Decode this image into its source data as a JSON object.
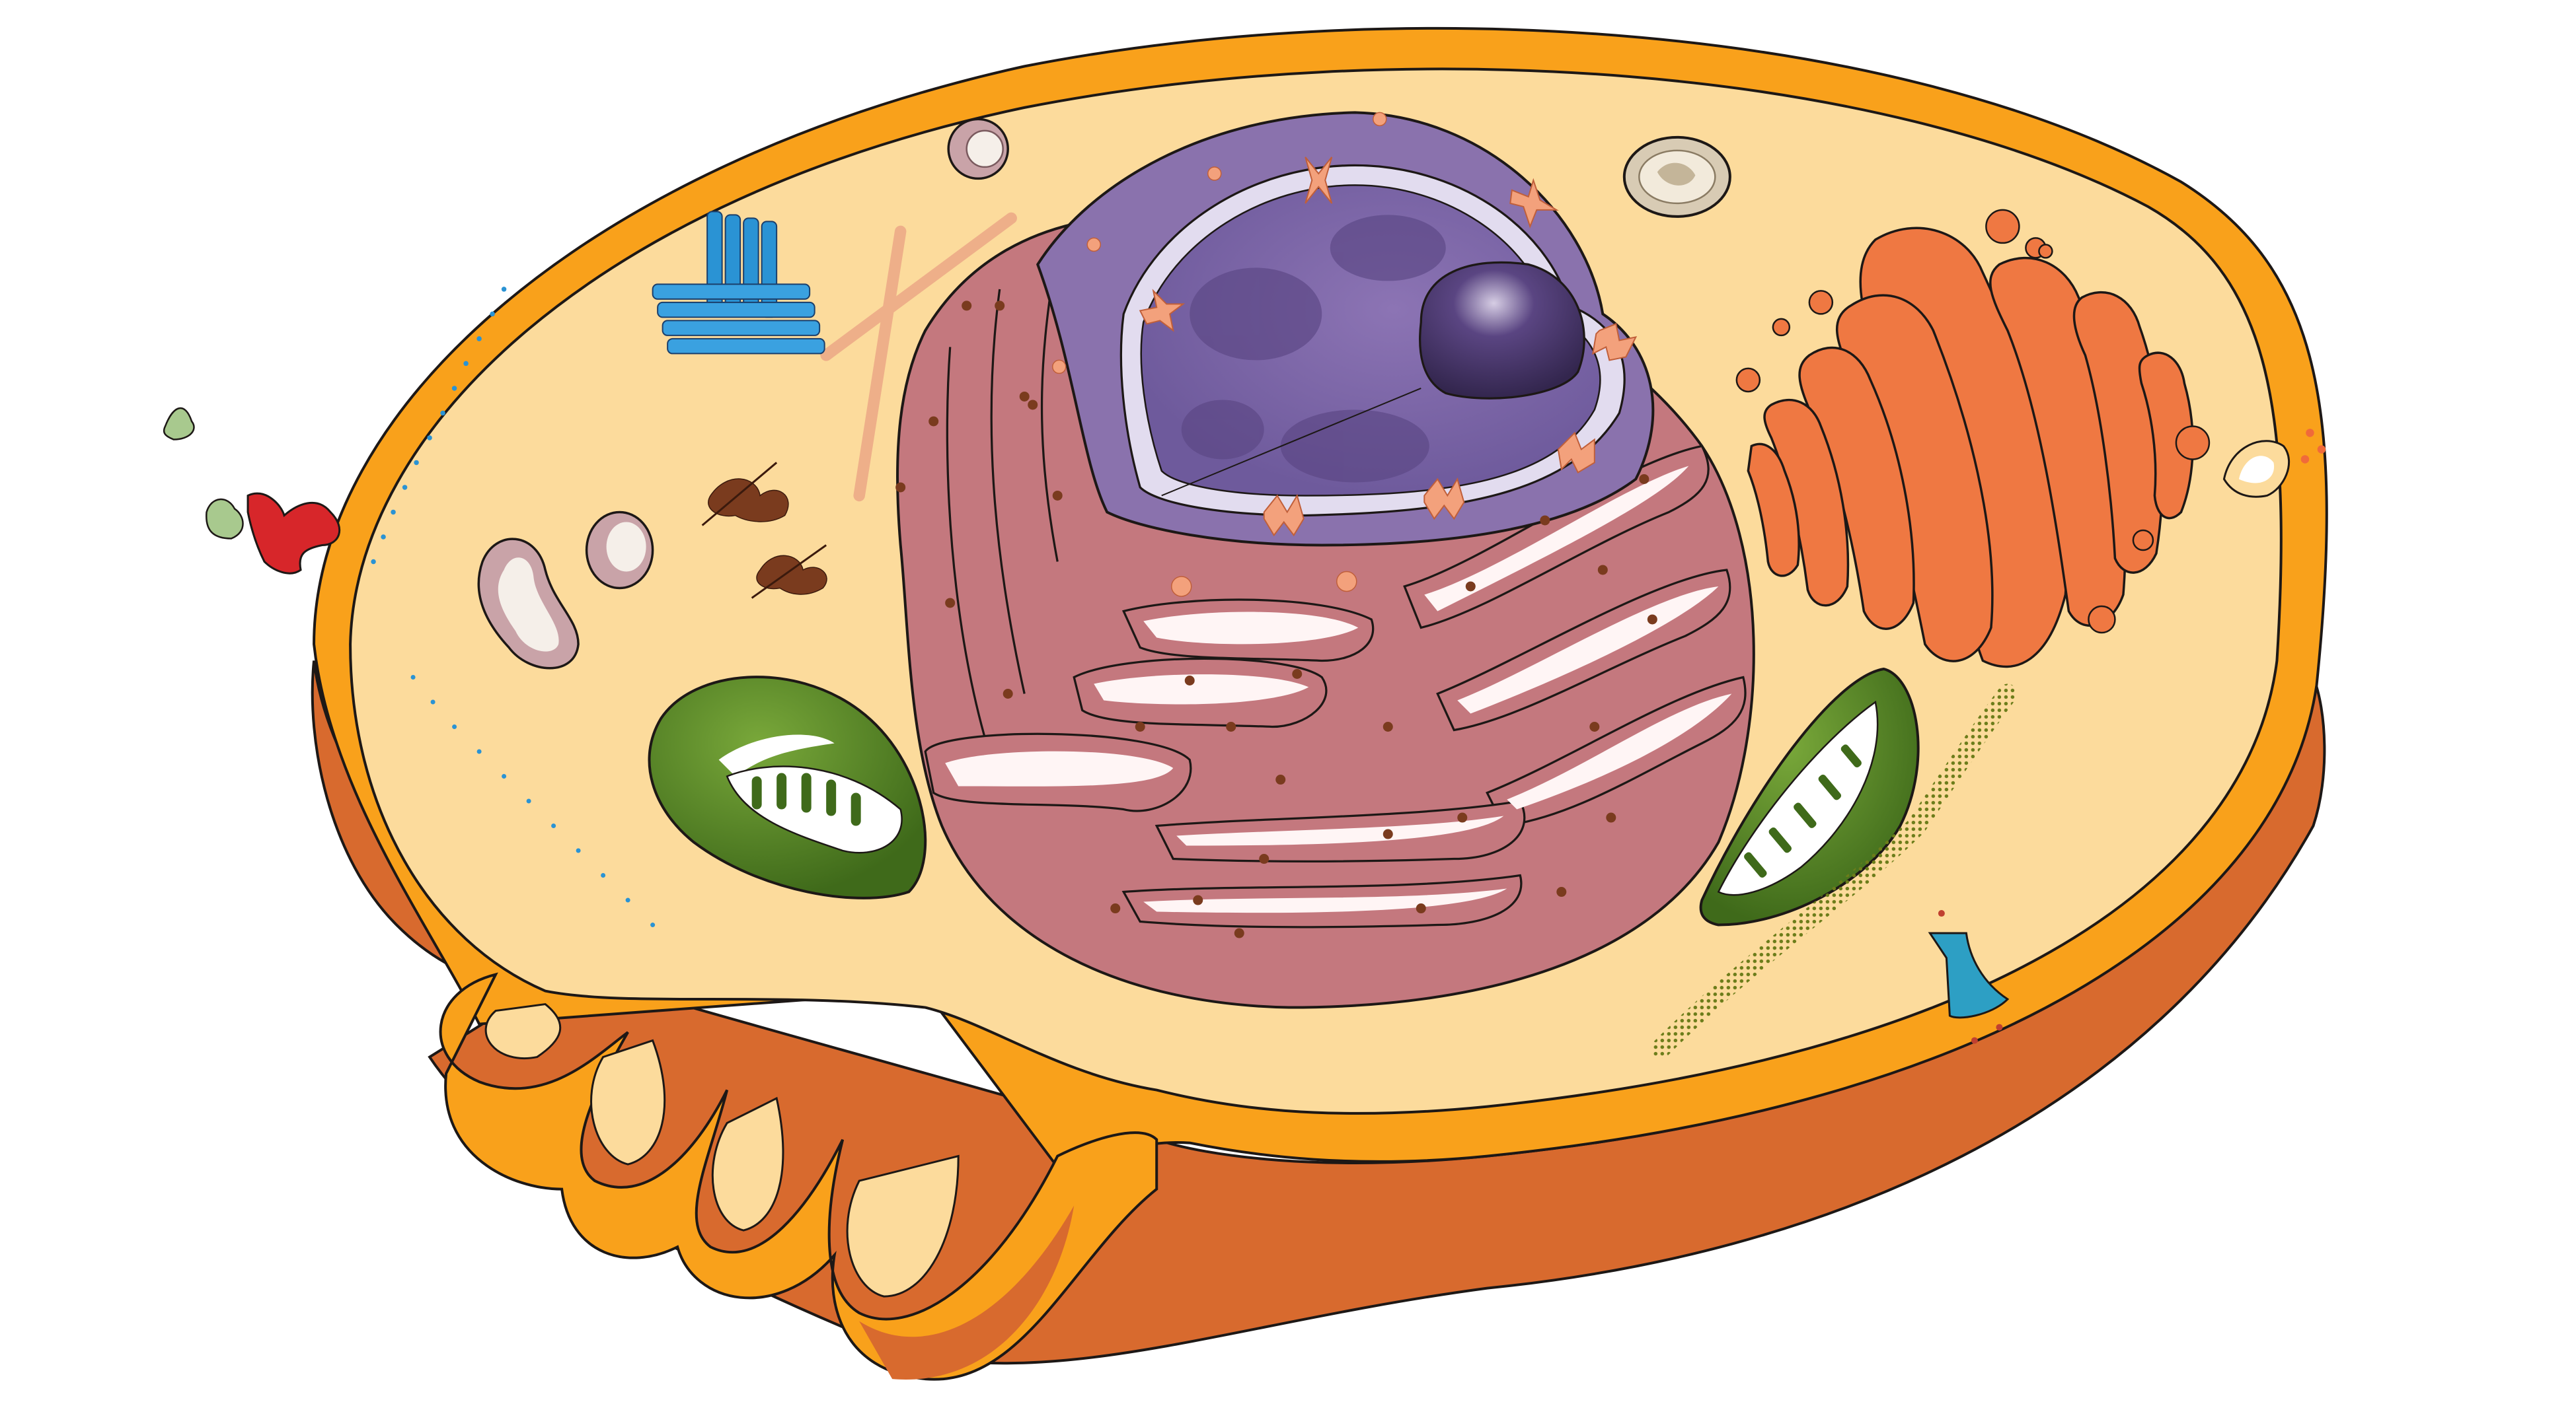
{
  "diagram": {
    "kind": "illustration",
    "labels_shown": false,
    "colors": {
      "background": "#ffffff",
      "membrane_top": "#f9a11b",
      "membrane_side": "#d86a2e",
      "cytoplasm": "#fcdb9c",
      "outline": "#1d1816",
      "rough_er": "#c4787e",
      "rough_er_dark": "#a05a62",
      "nucleus_envelope": "#8a72ad",
      "nucleoplasm": "#7d67a8",
      "nucleolus": "#3c2c58",
      "nuclear_pore": "#f3a17c",
      "ribosome": "#7a3b1e",
      "golgi": "#ef7842",
      "mitochondrion": "#4d7a22",
      "centrosome": "#2a93d4",
      "vesicle": "#c9a3a8",
      "receptor": "#d7262a",
      "channel": "#2d9fc4",
      "ligand": "#a8c98e"
    },
    "structures": [
      {
        "name": "plasma-membrane",
        "icon": "membrane-band"
      },
      {
        "name": "cytoplasm",
        "icon": "fill"
      },
      {
        "name": "nucleus",
        "icon": "cutaway-sphere"
      },
      {
        "name": "nucleolus",
        "icon": "dark-ellipse"
      },
      {
        "name": "nuclear-pores",
        "icon": "pink-bowtie"
      },
      {
        "name": "rough-endoplasmic-reticulum",
        "icon": "stacked-cisternae"
      },
      {
        "name": "golgi-apparatus",
        "icon": "orange-stack"
      },
      {
        "name": "mitochondria",
        "icon": "green-crescent",
        "count": 2
      },
      {
        "name": "centrosome",
        "icon": "blue-cylinders"
      },
      {
        "name": "lysosome",
        "icon": "ringed-vesicle"
      },
      {
        "name": "vesicles",
        "icon": "pink-vesicle"
      },
      {
        "name": "free-ribosomes",
        "icon": "brown-dot-cluster"
      },
      {
        "name": "cytoskeleton-filaments",
        "icon": "pink-fibers"
      },
      {
        "name": "smooth-filament",
        "icon": "green-dotted-strand"
      },
      {
        "name": "membrane-receptor",
        "icon": "red-y-receptor"
      },
      {
        "name": "ion-channel",
        "icon": "blue-channel"
      },
      {
        "name": "microvilli",
        "icon": "finger-folds",
        "count": 4
      },
      {
        "name": "extracellular-ligands",
        "icon": "green-blobs"
      }
    ]
  }
}
